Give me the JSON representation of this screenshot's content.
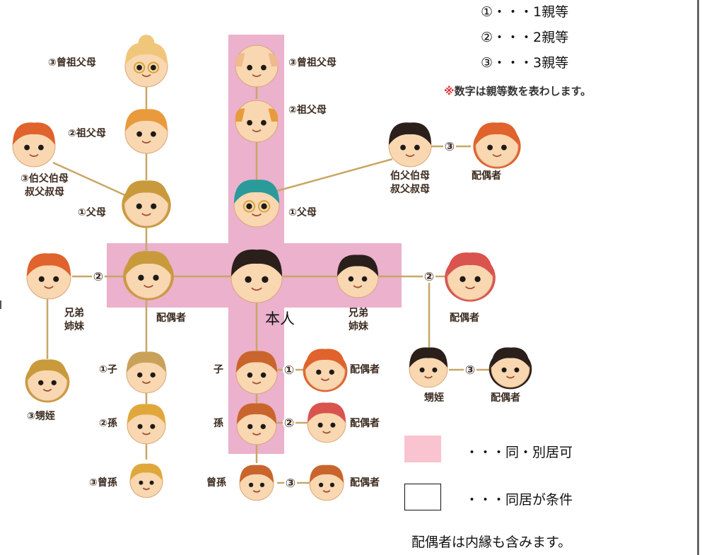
{
  "legend_degree": [
    {
      "id": "d1",
      "text": "①・・・1親等"
    },
    {
      "id": "d2",
      "text": "②・・・2親等"
    },
    {
      "id": "d3",
      "text": "③・・・3親等"
    }
  ],
  "note": {
    "mark": "※",
    "text": "数字は親等数を表わします。"
  },
  "legend_area": {
    "pink_text": "・・・同・別居可",
    "white_text": "・・・同居が条件",
    "pink_color": "#f9c4cf"
  },
  "footer": "配偶者は内縁も含みます。",
  "center_label": "本人",
  "colors": {
    "band": "#ebb1cd",
    "line": "#c8a765",
    "skin": "#f9d7b0"
  },
  "labels": {
    "l_ggp_left": "③曾祖父母",
    "l_ggp_center": "③曾祖父母",
    "l_gp_left": "②祖父母",
    "l_gp_center": "②祖父母",
    "l_uncle_left_1": "③伯父伯母",
    "l_uncle_left_2": "叔父叔母",
    "l_parent_left": "①父母",
    "l_parent_center": "①父母",
    "l_uncle_right_1": "伯父伯母",
    "l_uncle_right_2": "叔父叔母",
    "l_uncle_spouse": "配偶者",
    "l_sib_left_1": "兄弟",
    "l_sib_left_2": "姉妹",
    "l_spouse": "配偶者",
    "l_sib_right_1": "兄弟",
    "l_sib_right_2": "姉妹",
    "l_sib_spouse": "配偶者",
    "l_nephew_left": "③甥姪",
    "l_nephew_right": "甥姪",
    "l_nephew_spouse": "配偶者",
    "l_child_left": "①子",
    "l_gc_left": "②孫",
    "l_ggc_left": "③曾孫",
    "l_child_center": "子",
    "l_gc_center": "孫",
    "l_ggc_center": "曾孫",
    "l_child_spouse": "配偶者",
    "l_gc_spouse": "配偶者",
    "l_ggc_spouse": "配偶者"
  },
  "link_marks": {
    "m_uncle": "③",
    "m_sib": "②",
    "m_sib_r": "②",
    "m_nephew": "③",
    "m_child": "①",
    "m_gc": "②",
    "m_ggc": "③"
  },
  "people": [
    {
      "id": "ggp-left",
      "hair": "#f0c77a",
      "glasses": true,
      "bun": true
    },
    {
      "id": "ggp-center",
      "hair": "#f0b98e",
      "bald": true
    },
    {
      "id": "gp-left",
      "hair": "#e89a3c"
    },
    {
      "id": "gp-center",
      "hair": "#e89a3c",
      "bald": true
    },
    {
      "id": "uncle-left",
      "hair": "#e0622c"
    },
    {
      "id": "parent-left",
      "hair": "#c99a3c",
      "long": true
    },
    {
      "id": "parent-center",
      "hair": "#2b9a9a",
      "glasses": true
    },
    {
      "id": "uncle-right",
      "hair": "#2a1f1a"
    },
    {
      "id": "uncle-spouse",
      "hair": "#e0622c",
      "long": true
    },
    {
      "id": "sibling-left",
      "hair": "#e0622c"
    },
    {
      "id": "spouse",
      "hair": "#c99a3c",
      "long": true
    },
    {
      "id": "self",
      "hair": "#2a1f1a"
    },
    {
      "id": "sibling-right",
      "hair": "#2a1f1a"
    },
    {
      "id": "sibling-spouse",
      "hair": "#d9534f",
      "long": true
    },
    {
      "id": "nephew-left",
      "hair": "#c99a3c",
      "long": true
    },
    {
      "id": "nephew-right",
      "hair": "#2a1f1a"
    },
    {
      "id": "nephew-spouse",
      "hair": "#2a1f1a",
      "long": true
    },
    {
      "id": "child-left",
      "hair": "#c9a25a"
    },
    {
      "id": "gc-left",
      "hair": "#e0a83c"
    },
    {
      "id": "ggc-left",
      "hair": "#e0a83c"
    },
    {
      "id": "child-center",
      "hair": "#c9652c"
    },
    {
      "id": "gc-center",
      "hair": "#c9652c"
    },
    {
      "id": "ggc-center",
      "hair": "#c9652c"
    },
    {
      "id": "child-spouse",
      "hair": "#e0622c",
      "long": true
    },
    {
      "id": "gc-spouse",
      "hair": "#d9534f"
    },
    {
      "id": "ggc-spouse",
      "hair": "#c9652c"
    }
  ]
}
